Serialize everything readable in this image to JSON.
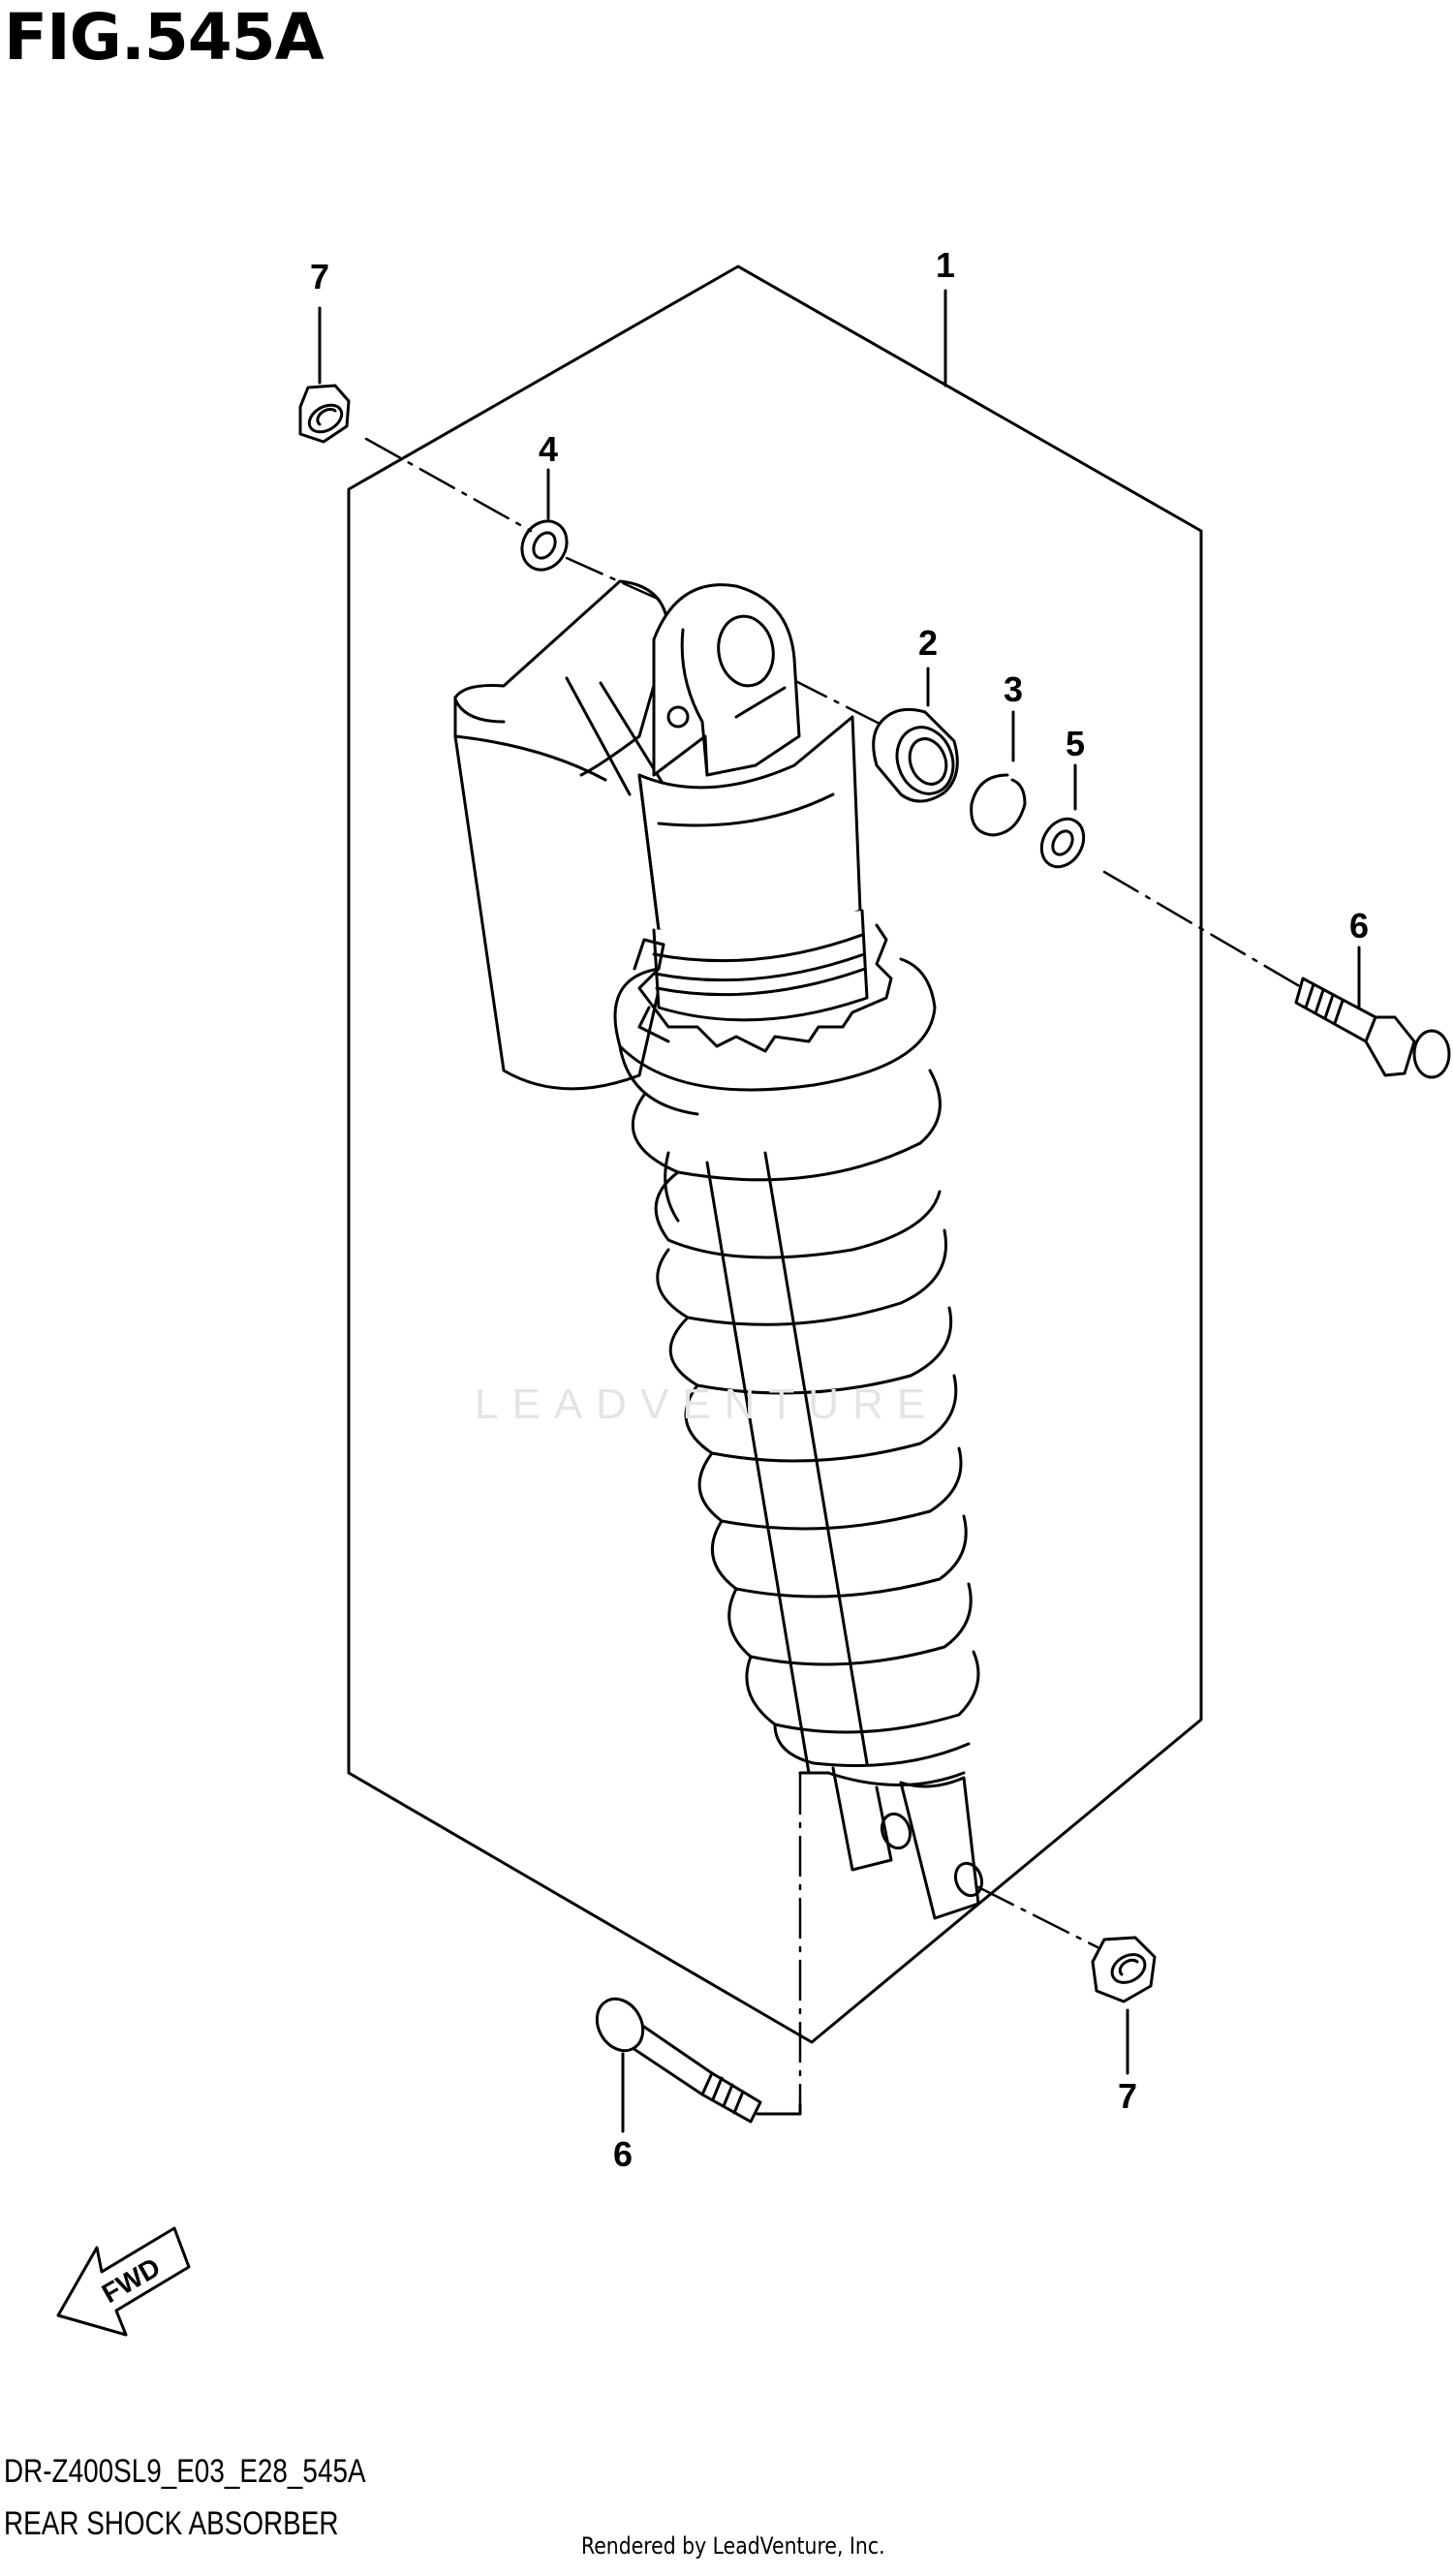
{
  "figure": {
    "title": "FIG.545A",
    "code": "DR-Z400SL9_E03_E28_545A",
    "name": "REAR SHOCK ABSORBER"
  },
  "callouts": [
    {
      "id": "1",
      "text": "1"
    },
    {
      "id": "2",
      "text": "2"
    },
    {
      "id": "3",
      "text": "3"
    },
    {
      "id": "4",
      "text": "4"
    },
    {
      "id": "5",
      "text": "5"
    },
    {
      "id": "6a",
      "text": "6"
    },
    {
      "id": "6b",
      "text": "6"
    },
    {
      "id": "7a",
      "text": "7"
    },
    {
      "id": "7b",
      "text": "7"
    }
  ],
  "direction_badge": "FWD",
  "watermark": "LEADVENTURE",
  "credit": "Rendered by LeadVenture, Inc."
}
